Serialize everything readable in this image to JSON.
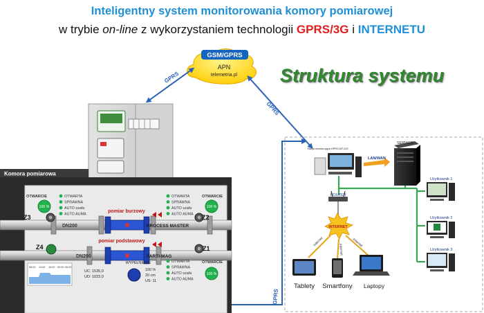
{
  "title_line1": "Inteligentny system monitorowania komory pomiarowej",
  "title_line2": {
    "part1": "w trybie ",
    "online": "on-line",
    "part2": " z wykorzystaniem technologii ",
    "gprs3g": "GPRS/3G",
    "part3": " i ",
    "internet": "INTERNETU"
  },
  "structure_heading": "Struktura systemu",
  "cloud": {
    "line1": "GSM/GPRS",
    "line2": "APN",
    "line3": "telemetria.pl"
  },
  "links": {
    "gprs_left": "GPRS",
    "gprs_right": "GPRS",
    "gprs_bottom": "GPRS",
    "lan_wan": "LAN/WAN"
  },
  "chamber": {
    "label": "Komora pomiarowa",
    "left_panel": {
      "header": "OTWARCIE",
      "value": "100 %",
      "items": [
        "OTWARTA",
        "SPRAWNA",
        "AUTO szafa",
        "AUTO AUMA"
      ]
    },
    "right_panel_top": {
      "header": "OTWARCIE",
      "value": "100 %",
      "items": [
        "OTWARTA",
        "SPRAWNA",
        "AUTO szafa",
        "AUTO AUMA"
      ]
    },
    "right_panel_bottom": {
      "header": "OTWARCIE",
      "value": "100 %",
      "items": [
        "OTWARTA",
        "SPRAWNA",
        "AUTO szafa",
        "AUTO AUMA"
      ]
    },
    "pipe_top": {
      "dn": "DN200",
      "meter": "PROCESS MASTER",
      "label": "pomiar burzowy",
      "z_left": "Z3",
      "z_right": "Z2"
    },
    "pipe_bottom": {
      "dn": "DN200",
      "meter": "PARTI-MAG",
      "label": "pomiar podstawowy",
      "z_left": "Z4",
      "z_right": "Z1"
    },
    "trend_times": [
      "06:00",
      "12:00",
      "18:00",
      "00:00",
      "06:00"
    ],
    "flow_readings": [
      "UC: 1535,0",
      "UD: 1023,0"
    ],
    "wypelnienie": {
      "title": "WYPEŁNIENIE",
      "values": [
        "100 %",
        "20 cm",
        "US: 11"
      ]
    }
  },
  "network": {
    "station_label": "Stacja monitorująca GPRS-MT-202",
    "server": "SERWER",
    "router": "ROUTER",
    "internet": "INTERNET",
    "users": [
      "Użytkownik 1",
      "Użytkownik 2",
      "Użytkownik 3"
    ],
    "devices": [
      "Tablety",
      "Smartfony",
      "Laptopy"
    ],
    "device_links": [
      "Internet",
      "Internet",
      "Internet"
    ]
  },
  "colors": {
    "title_blue": "#1f8fd6",
    "accent_red": "#e21d1d",
    "heading_green": "#2f8a2f",
    "status_green": "#22b14c",
    "link_blue": "#2a62b8",
    "cloud_yellow": "#ffd21a",
    "cloud_blue": "#1565c0",
    "lan_orange": "#f0a020"
  }
}
